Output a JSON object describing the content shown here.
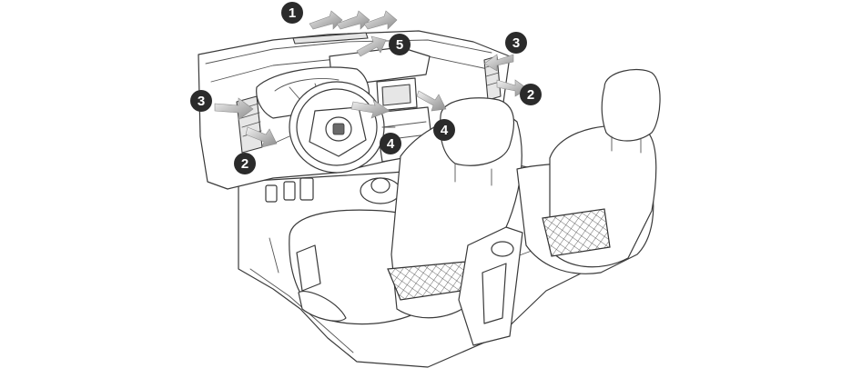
{
  "diagram": {
    "callouts": [
      {
        "id": "c1",
        "label": "1"
      },
      {
        "id": "c2a",
        "label": "2"
      },
      {
        "id": "c2b",
        "label": "2"
      },
      {
        "id": "c3a",
        "label": "3"
      },
      {
        "id": "c3b",
        "label": "3"
      },
      {
        "id": "c4a",
        "label": "4"
      },
      {
        "id": "c4b",
        "label": "4"
      },
      {
        "id": "c5",
        "label": "5"
      }
    ]
  }
}
